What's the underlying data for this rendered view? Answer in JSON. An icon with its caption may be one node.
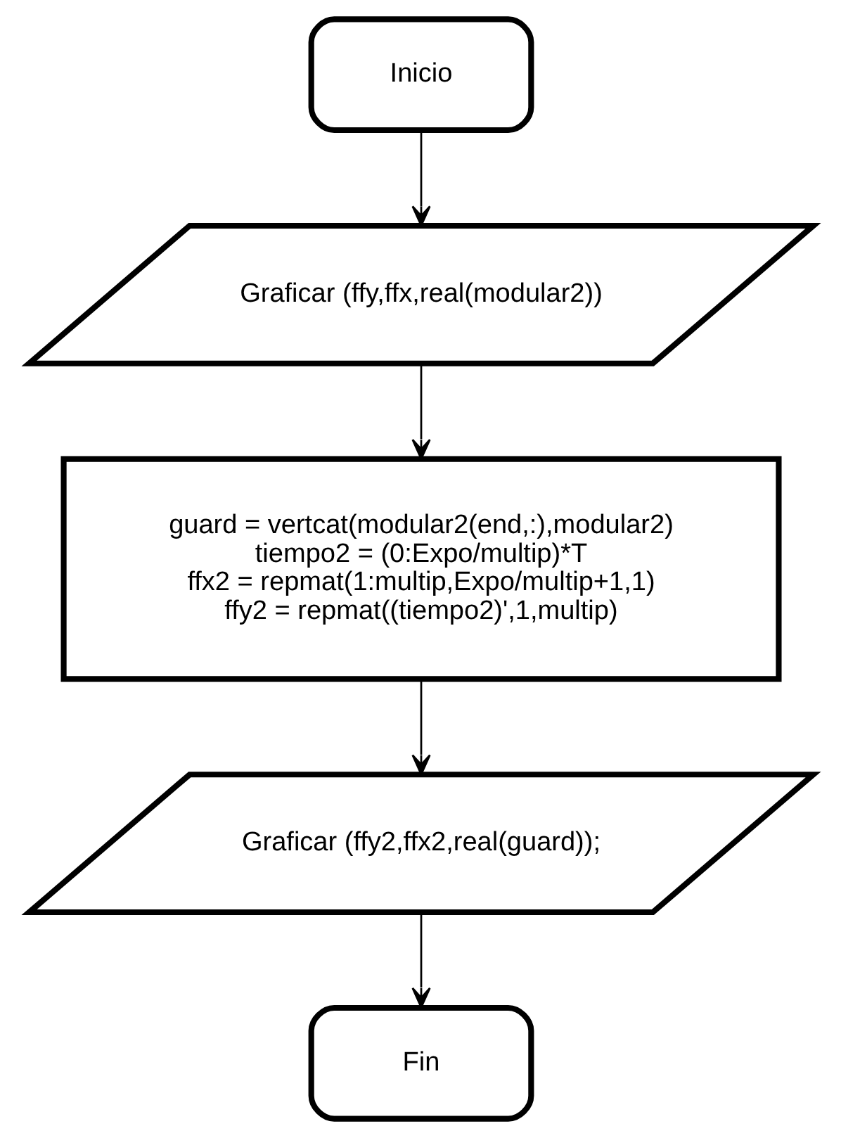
{
  "diagram": {
    "nodes": [
      {
        "text": [
          "Inicio"
        ]
      },
      {
        "text": [
          "Graficar (ffy,ffx,real(modular2))"
        ]
      },
      {
        "text": [
          "guard = vertcat(modular2(end,:),modular2)",
          "tiempo2 = (0:Expo/multip)*T",
          "ffx2 = repmat(1:multip,Expo/multip+1,1)",
          "ffy2 = repmat((tiempo2)',1,multip)"
        ]
      },
      {
        "text": [
          "Graficar (ffy2,ffx2,real(guard));"
        ]
      },
      {
        "text": [
          "Fin"
        ]
      }
    ],
    "edges": [
      {
        "from": 0,
        "to": 1,
        "arrow": "to"
      },
      {
        "from": 1,
        "to": 2,
        "arrow": "to"
      },
      {
        "from": 2,
        "to": 3,
        "arrow": "to"
      },
      {
        "from": 3,
        "to": 4,
        "arrow": "to"
      }
    ]
  }
}
